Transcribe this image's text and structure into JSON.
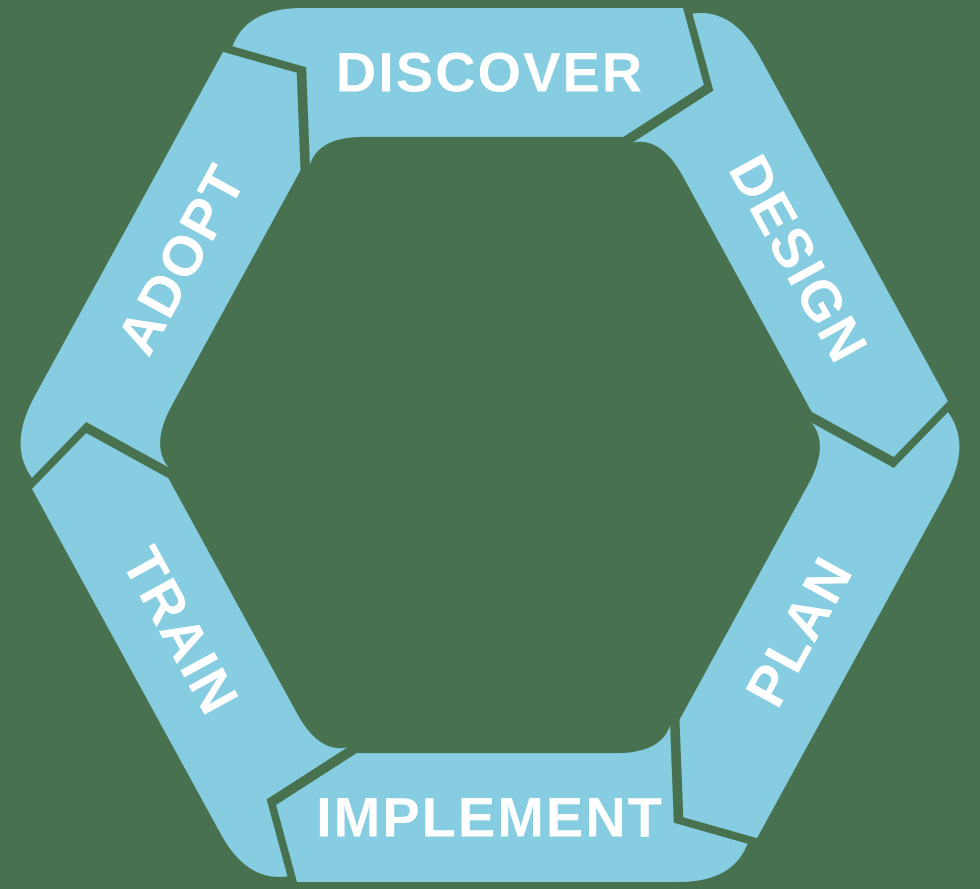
{
  "diagram": {
    "type": "hexagon-cycle",
    "direction": "clockwise",
    "steps": [
      {
        "label": "DISCOVER"
      },
      {
        "label": "DESIGN"
      },
      {
        "label": "PLAN"
      },
      {
        "label": "IMPLEMENT"
      },
      {
        "label": "TRAIN"
      },
      {
        "label": "ADOPT"
      }
    ],
    "colors": {
      "segment": "#86CDE1",
      "background": "#48724F",
      "label": "#FFFFFF"
    }
  }
}
